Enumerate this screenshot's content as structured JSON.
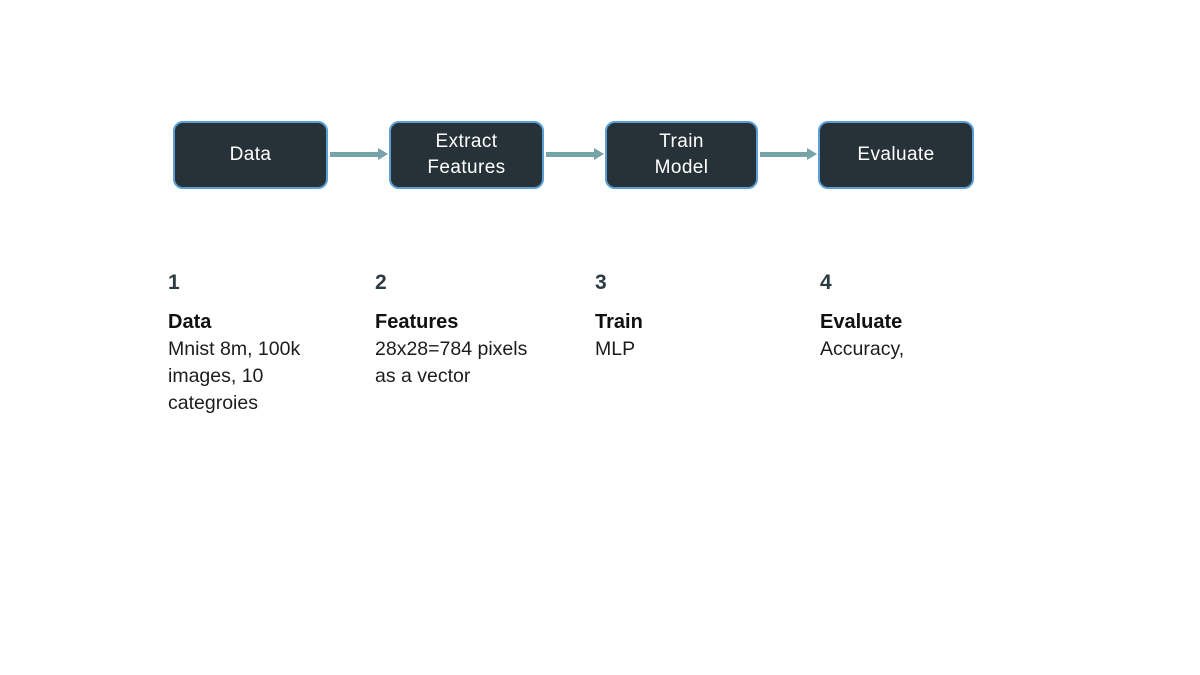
{
  "colors": {
    "box-fill": "#263138",
    "box-border": "#5c9ed6",
    "arrow-color": "#76a3a8",
    "number-color": "#2c3a42",
    "title-color": "#101010",
    "body-color": "#1c1c1c",
    "canvas-bg": "#ffffff"
  },
  "flow": {
    "boxes": [
      {
        "label": "Data",
        "lines": [
          "Data"
        ]
      },
      {
        "label": "Extract Features",
        "lines": [
          "Extract",
          "Features"
        ]
      },
      {
        "label": "Train Model",
        "lines": [
          "Train",
          "Model"
        ]
      },
      {
        "label": "Evaluate",
        "lines": [
          "Evaluate"
        ]
      }
    ]
  },
  "steps": [
    {
      "number": "1",
      "title": "Data",
      "desc_lines": [
        "Mnist 8m, 100k",
        "images, 10",
        "categroies"
      ]
    },
    {
      "number": "2",
      "title": "Features",
      "desc_lines": [
        "28x28=784 pixels",
        "as a vector"
      ]
    },
    {
      "number": "3",
      "title": "Train",
      "desc_lines": [
        "MLP"
      ]
    },
    {
      "number": "4",
      "title": "Evaluate",
      "desc_lines": [
        "Accuracy,"
      ]
    }
  ]
}
